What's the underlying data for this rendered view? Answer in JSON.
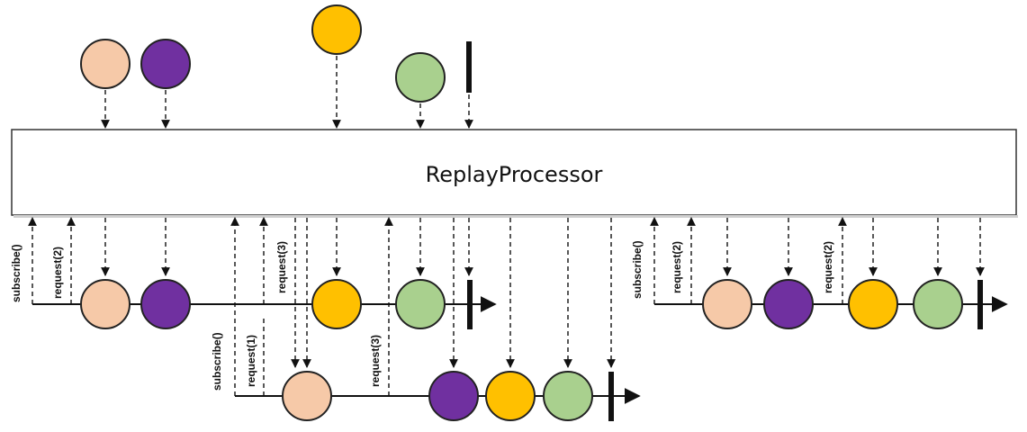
{
  "processor": {
    "label": "ReplayProcessor"
  },
  "calls": {
    "subscribe": "subscribe()",
    "request1": "request(1)",
    "request2": "request(2)",
    "request3": "request(3)"
  },
  "colors": {
    "peach": "#F6C9A8",
    "purple": "#7030A0",
    "orange": "#FFC000",
    "green": "#A9D08E",
    "border": "#333333"
  }
}
